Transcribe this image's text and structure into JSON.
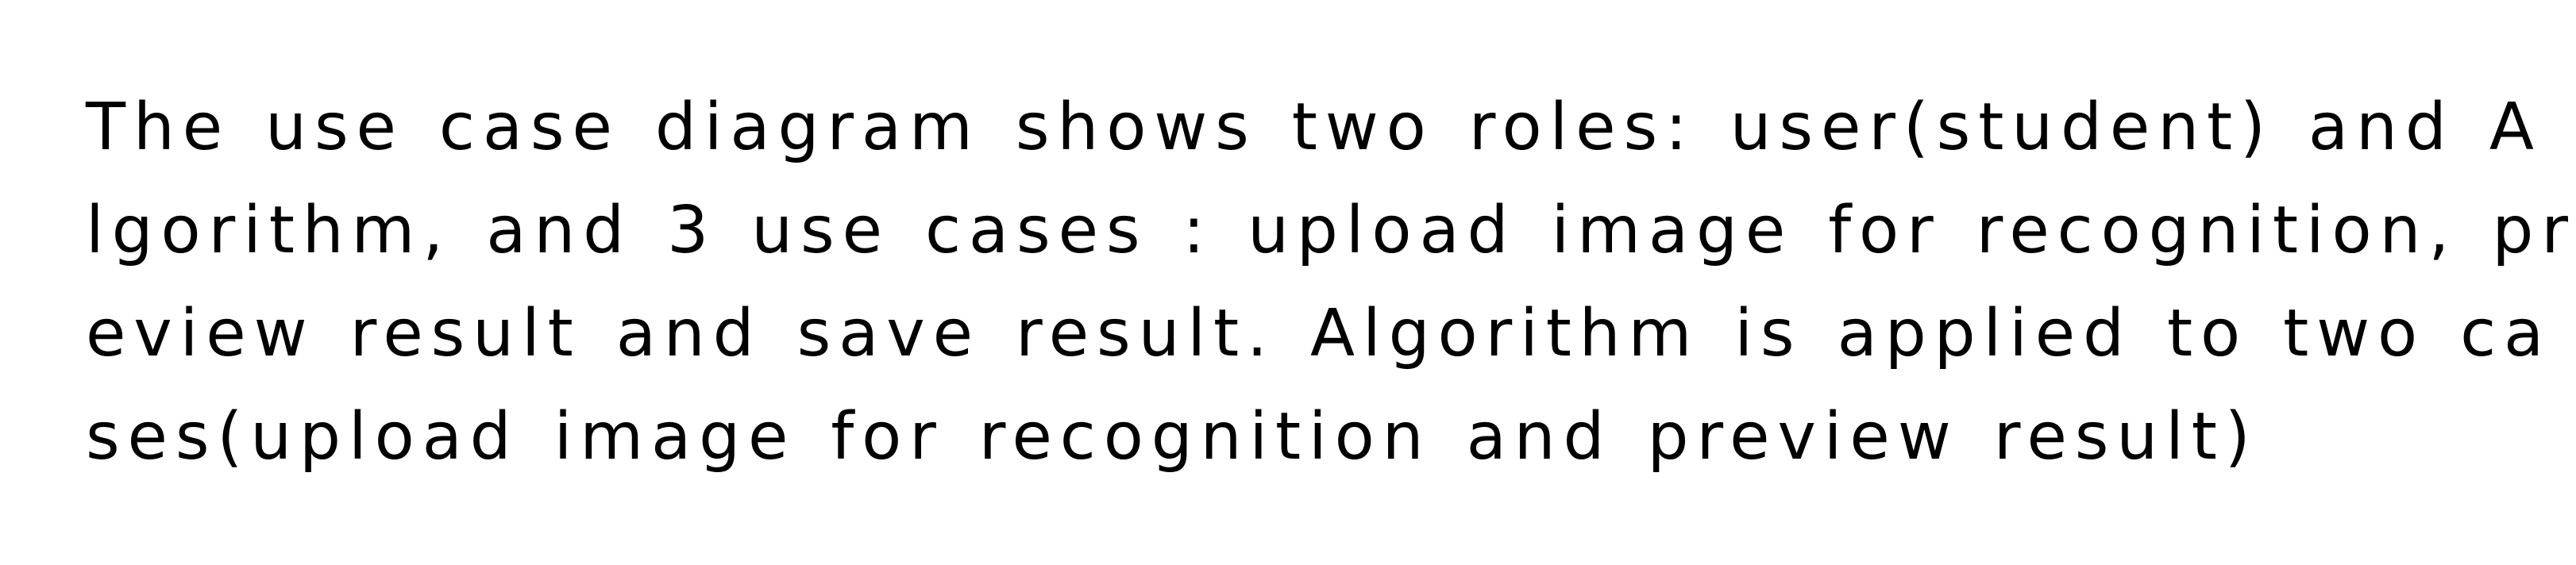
{
  "document": {
    "lines": [
      "The use case diagram shows two roles: user(student) and A",
      "lgorithm, and 3 use cases : upload image for recognition, pr",
      "eview result and save result. Algorithm is applied to two ca",
      "ses(upload image for recognition and preview result)"
    ]
  }
}
